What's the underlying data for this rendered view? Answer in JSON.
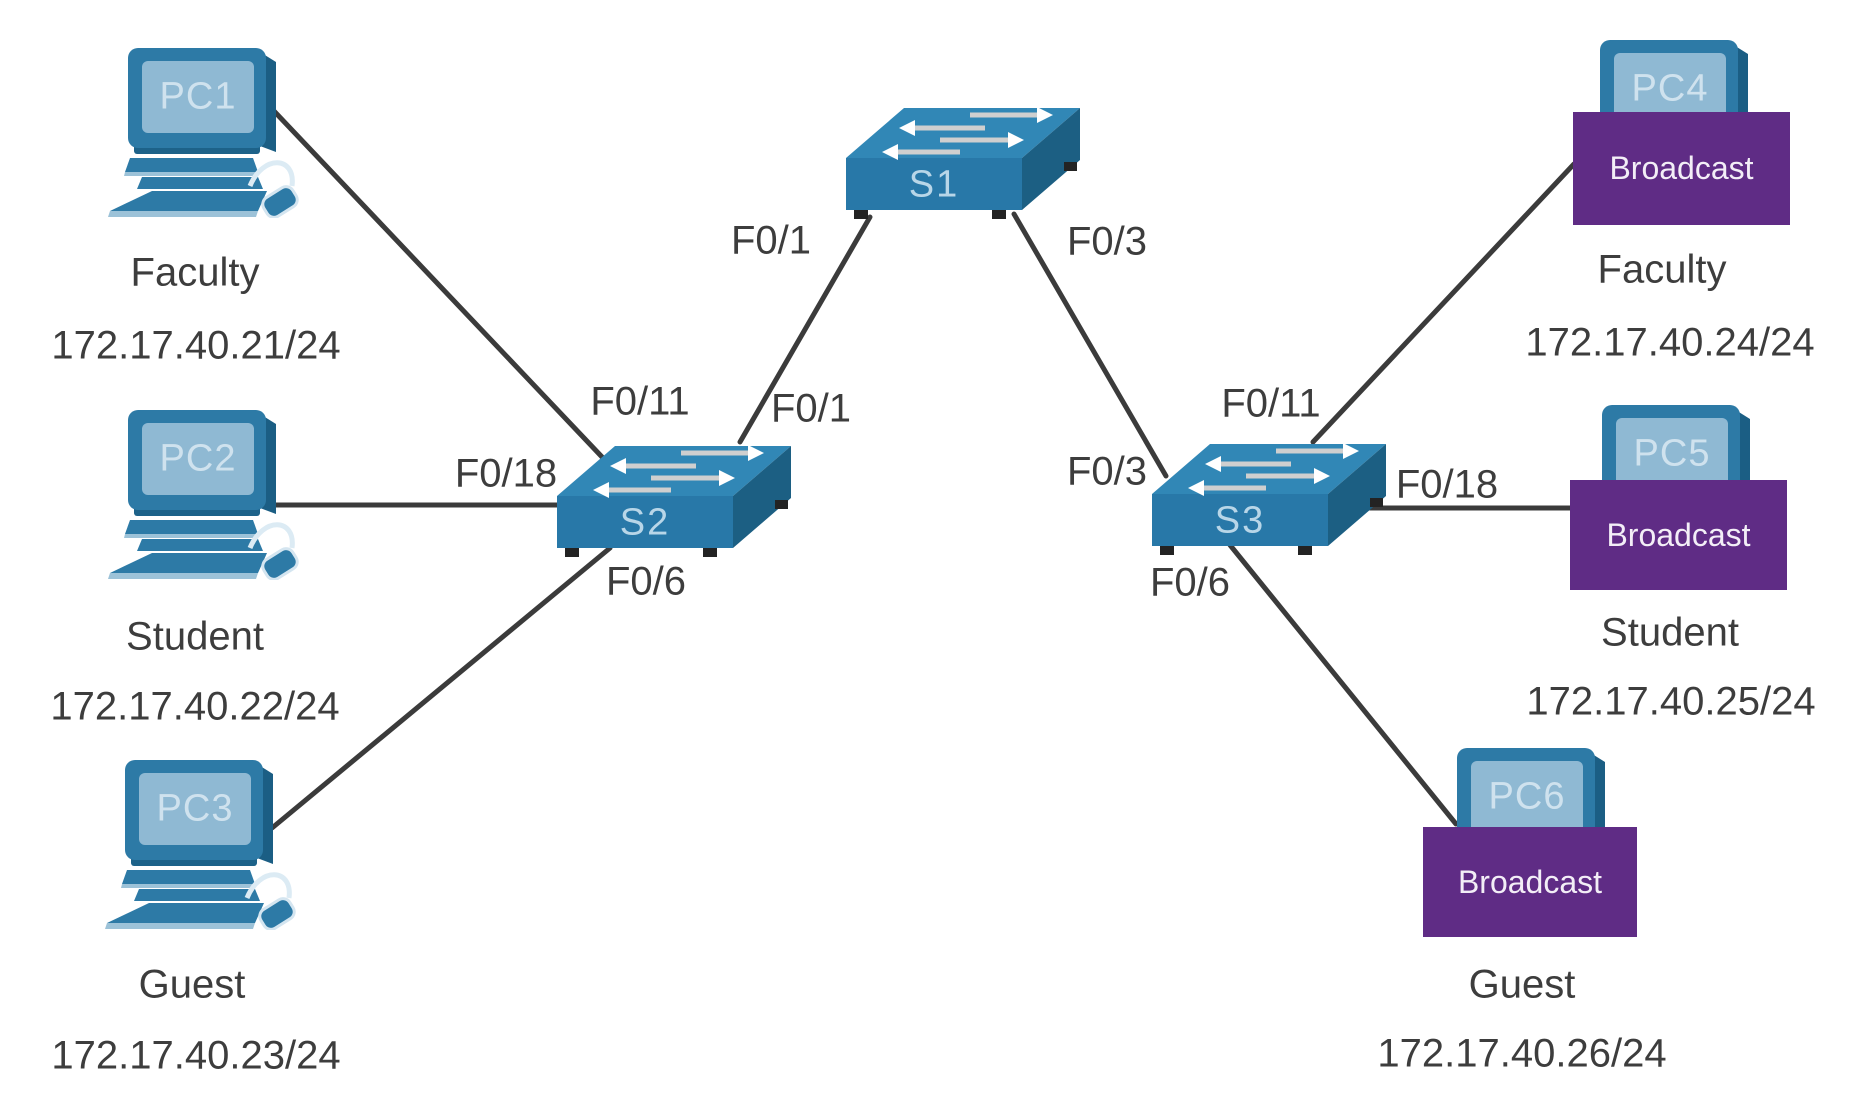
{
  "diagram_type": "network-topology",
  "broadcast_label": "Broadcast",
  "colors": {
    "background": "#ffffff",
    "link_line": "#3b3b3b",
    "label_text": "#3d3d3d",
    "broadcast_bg": "#5f2c85",
    "broadcast_text": "#f3eef7",
    "device_blue": "#2d7aa6",
    "device_screen_blue": "#8fb9d3",
    "switch_front_blue": "#2878a8",
    "switch_top_blue": "#3187b6",
    "switch_side_blue": "#1c5f83"
  },
  "switches": [
    {
      "id": "S1",
      "label": "S1"
    },
    {
      "id": "S2",
      "label": "S2"
    },
    {
      "id": "S3",
      "label": "S3"
    }
  ],
  "pcs": [
    {
      "id": "PC1",
      "label": "PC1",
      "group": "Faculty",
      "ip": "172.17.40.21/24",
      "broadcast": false
    },
    {
      "id": "PC2",
      "label": "PC2",
      "group": "Student",
      "ip": "172.17.40.22/24",
      "broadcast": false
    },
    {
      "id": "PC3",
      "label": "PC3",
      "group": "Guest",
      "ip": "172.17.40.23/24",
      "broadcast": false
    },
    {
      "id": "PC4",
      "label": "PC4",
      "group": "Faculty",
      "ip": "172.17.40.24/24",
      "broadcast": true
    },
    {
      "id": "PC5",
      "label": "PC5",
      "group": "Student",
      "ip": "172.17.40.25/24",
      "broadcast": true
    },
    {
      "id": "PC6",
      "label": "PC6",
      "group": "Guest",
      "ip": "172.17.40.26/24",
      "broadcast": true
    }
  ],
  "ports": [
    {
      "switch": "S1",
      "text": "F0/1"
    },
    {
      "switch": "S1",
      "text": "F0/3"
    },
    {
      "switch": "S2",
      "text": "F0/11"
    },
    {
      "switch": "S2",
      "text": "F0/1"
    },
    {
      "switch": "S2",
      "text": "F0/18"
    },
    {
      "switch": "S2",
      "text": "F0/6"
    },
    {
      "switch": "S3",
      "text": "F0/11"
    },
    {
      "switch": "S3",
      "text": "F0/3"
    },
    {
      "switch": "S3",
      "text": "F0/18"
    },
    {
      "switch": "S3",
      "text": "F0/6"
    }
  ],
  "links": [
    {
      "from": "PC1",
      "to": "S2",
      "to_port": "F0/11"
    },
    {
      "from": "PC2",
      "to": "S2",
      "to_port": "F0/18"
    },
    {
      "from": "PC3",
      "to": "S2",
      "to_port": "F0/6"
    },
    {
      "from": "S2",
      "from_port": "F0/1",
      "to": "S1",
      "to_port": "F0/1"
    },
    {
      "from": "S1",
      "from_port": "F0/3",
      "to": "S3",
      "to_port": "F0/3"
    },
    {
      "from": "S3",
      "from_port": "F0/11",
      "to": "PC4"
    },
    {
      "from": "S3",
      "from_port": "F0/18",
      "to": "PC5"
    },
    {
      "from": "S3",
      "from_port": "F0/6",
      "to": "PC6"
    }
  ]
}
